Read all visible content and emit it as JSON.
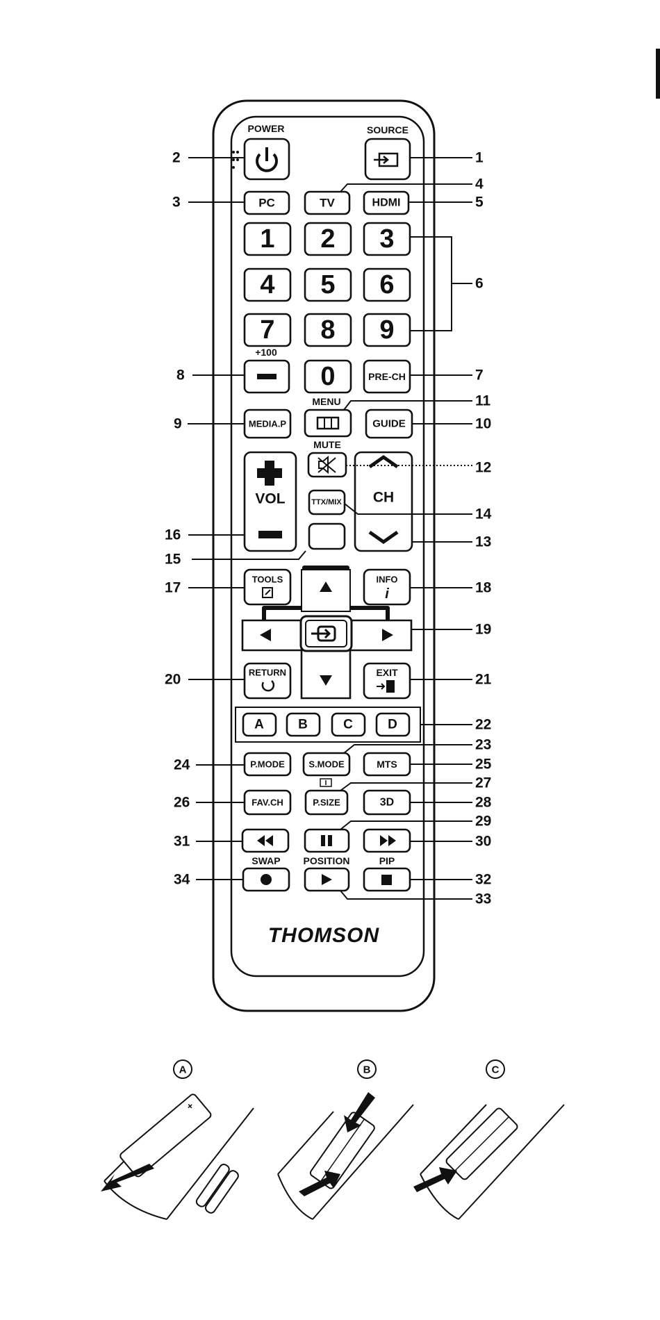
{
  "brand": "THOMSON",
  "labels": {
    "power": "POWER",
    "source": "SOURCE",
    "plus100": "+100",
    "menu": "MENU",
    "mute": "MUTE",
    "vol": "VOL",
    "ch": "CH",
    "swap": "SWAP",
    "position": "POSITION",
    "pip": "PIP"
  },
  "buttons": {
    "pc": "PC",
    "tv": "TV",
    "hdmi": "HDMI",
    "digits": [
      "1",
      "2",
      "3",
      "4",
      "5",
      "6",
      "7",
      "8",
      "9",
      "0"
    ],
    "pre_ch": "PRE-CH",
    "media_p": "MEDIA.P",
    "guide": "GUIDE",
    "ttx_mix": "TTX/MIX",
    "tools": "TOOLS",
    "info": "INFO",
    "info_i": "i",
    "return": "RETURN",
    "exit": "EXIT",
    "colors": [
      "A",
      "B",
      "C",
      "D"
    ],
    "p_mode": "P.MODE",
    "s_mode": "S.MODE",
    "mts": "MTS",
    "fav_ch": "FAV.CH",
    "p_size": "P.SIZE",
    "three_d": "3D"
  },
  "callouts": [
    "1",
    "2",
    "3",
    "4",
    "5",
    "6",
    "7",
    "8",
    "9",
    "10",
    "11",
    "12",
    "13",
    "14",
    "15",
    "16",
    "17",
    "18",
    "19",
    "20",
    "21",
    "22",
    "23",
    "24",
    "25",
    "26",
    "27",
    "28",
    "29",
    "30",
    "31",
    "32",
    "33",
    "34"
  ],
  "steps": [
    "A",
    "B",
    "C"
  ],
  "icons": [
    "power-icon",
    "source-icon",
    "menu-icon",
    "mute-icon",
    "up-arrow-icon",
    "down-arrow-icon",
    "left-arrow-icon",
    "right-arrow-icon",
    "enter-icon",
    "tools-icon",
    "return-icon",
    "exit-icon",
    "rewind-icon",
    "pause-icon",
    "fast-forward-icon",
    "record-icon",
    "play-icon",
    "stop-icon",
    "battery-icon"
  ]
}
